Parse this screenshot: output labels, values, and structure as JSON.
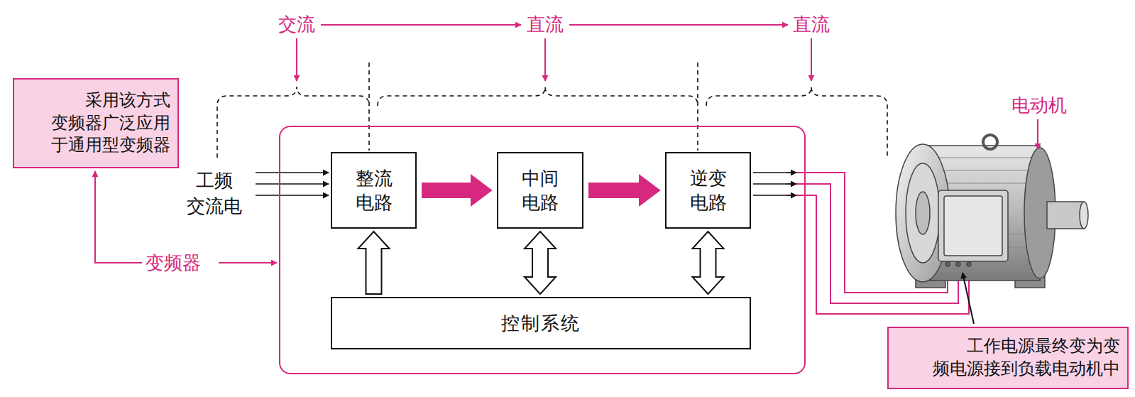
{
  "diagram": {
    "nodes": [
      {
        "text": [
          "采用该方式 变频器广泛应用 于通用型变频器"
        ]
      },
      {
        "text": [
          "变频器"
        ]
      },
      {
        "text": [
          "整流 电路"
        ],
        "in": 1
      },
      {
        "text": [
          "中间 电路"
        ],
        "in": 1
      },
      {
        "text": [
          "逆变 电路"
        ],
        "in": 1
      },
      {
        "text": [
          "控制系统"
        ],
        "in": 1
      },
      {
        "text": [
          "工作电源最终变为变 频电源接到负载电动机中"
        ]
      }
    ],
    "edges": [
      {
        "from": 2,
        "to": 3,
        "arrow": "to"
      },
      {
        "from": 3,
        "to": 4,
        "arrow": "to"
      },
      {
        "from": 5,
        "to": 2,
        "arrow": "to"
      },
      {
        "from": 5,
        "to": 3,
        "arrow": "both"
      },
      {
        "from": 5,
        "to": 4,
        "arrow": "both"
      }
    ],
    "labels": [
      "交流",
      "直流",
      "直流",
      "工频 交流电",
      "电动机"
    ]
  }
}
